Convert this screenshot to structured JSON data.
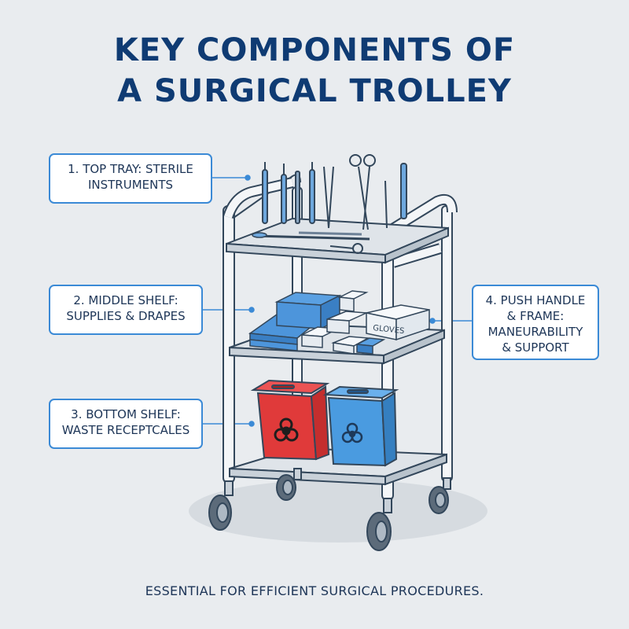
{
  "title": {
    "line1": "KEY COMPONENTS OF",
    "line2": "A SURGICAL TROLLEY"
  },
  "callouts": [
    {
      "line1": "1. TOP TRAY: STERILE",
      "line2": "INSTRUMENTS"
    },
    {
      "line1": "2. MIDDLE SHELF:",
      "line2": "SUPPLIES & DRAPES"
    },
    {
      "line1": "3. BOTTOM SHELF:",
      "line2": "WASTE RECEPTCALES"
    },
    {
      "line1": "4. PUSH HANDLE",
      "line2": "& FRAME:",
      "line3": "MANEURABILITY",
      "line4": "& SUPPORT"
    }
  ],
  "box_label": "GLOVES",
  "caption": "ESSENTIAL FOR EFFICIENT SURGICAL PROCEDURES.",
  "colors": {
    "title": "#0f3b73",
    "callout_border": "#3b8ad6",
    "frame": "#f4f6f8",
    "outline": "#33475b",
    "red_bin": "#e03a3a",
    "blue_bin": "#4a9be0",
    "drape": "#4d95db"
  },
  "icons": [
    "biohazard-icon",
    "scalpel-icon",
    "scissors-icon",
    "forceps-icon",
    "caster-wheel-icon"
  ]
}
